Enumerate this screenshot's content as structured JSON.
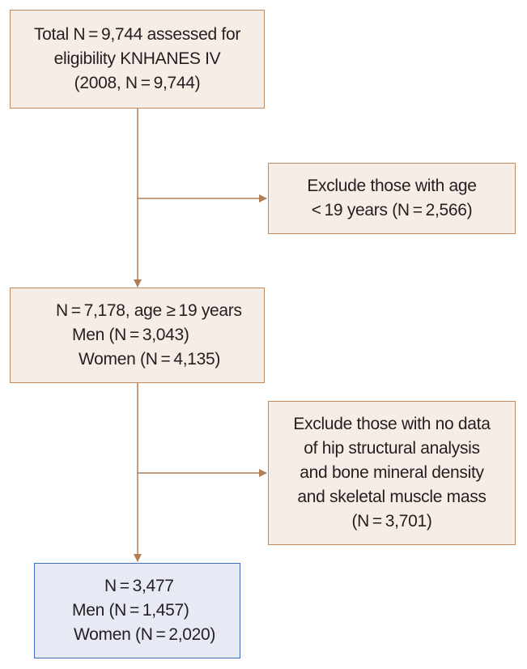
{
  "boxes": {
    "total": {
      "lines": [
        "Total N = 9,744 assessed for",
        "eligibility KNHANES IV",
        "(2008, N = 9,744)"
      ]
    },
    "exclude_age": {
      "lines": [
        "Exclude those with age",
        "< 19 years (N = 2,566)"
      ]
    },
    "adults": {
      "lines": [
        "N = 7,178, age ≥ 19 years",
        "Men (N = 3,043)",
        "Women (N = 4,135)"
      ]
    },
    "exclude_data": {
      "lines": [
        "Exclude those with no data",
        "of hip structural analysis",
        "and bone mineral density",
        "and skeletal muscle mass",
        "(N = 3,701)"
      ]
    },
    "final": {
      "lines": [
        "N = 3,477",
        "Men (N = 1,457)",
        "Women (N = 2,020)"
      ]
    }
  },
  "colors": {
    "box_fill": "#f5ede6",
    "box_border": "#c08a5e",
    "final_fill": "#e7e9f5",
    "final_border": "#3d6bbf",
    "arrow": "#b07d55"
  }
}
